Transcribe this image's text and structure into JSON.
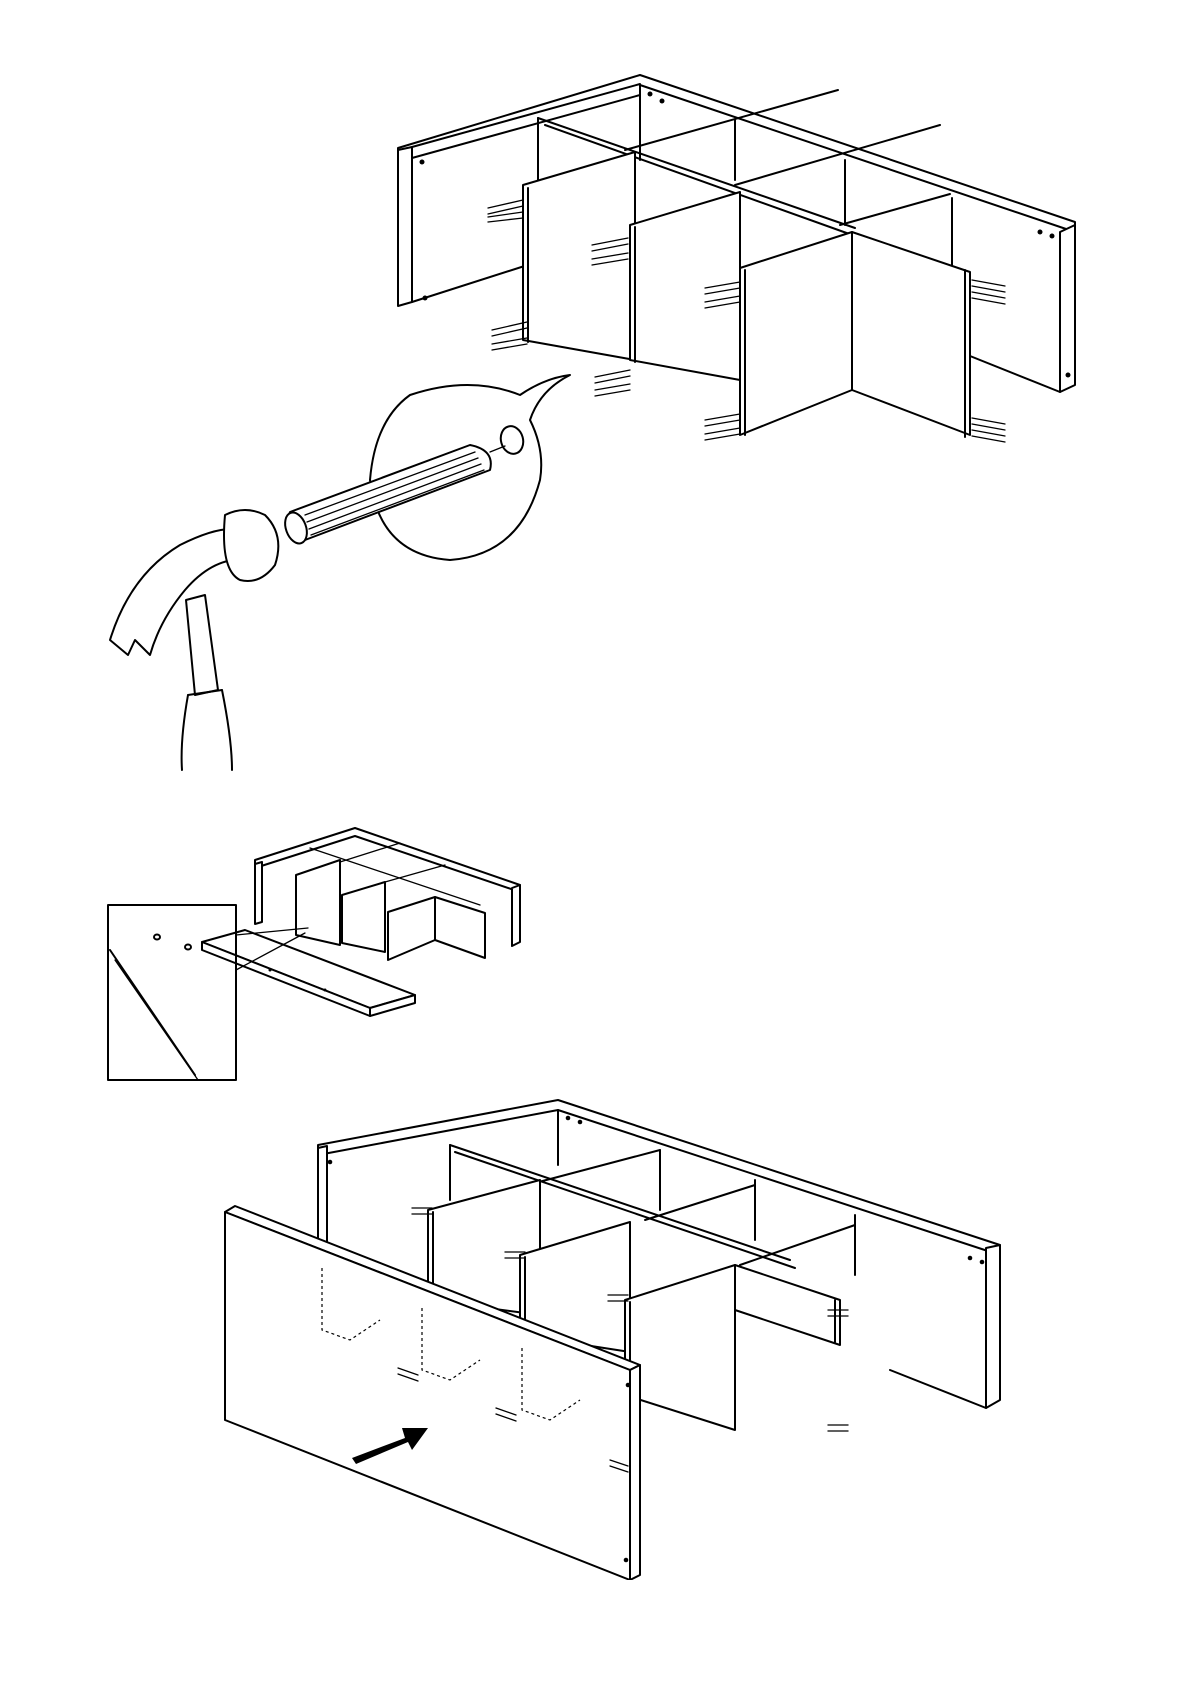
{
  "figure": {
    "steps": [
      {
        "id": "step-insert-dowels",
        "shows": [
          "shelf-frame",
          "dowels",
          "hammer",
          "detail-callout"
        ]
      },
      {
        "id": "step-position-panel",
        "shows": [
          "frame-overview",
          "panel",
          "hole-detail"
        ]
      },
      {
        "id": "step-attach-panel",
        "shows": [
          "frame",
          "front-panel",
          "arrow"
        ]
      }
    ],
    "colors": {
      "line": "#000000",
      "paper": "#ffffff"
    },
    "icons": [
      "hammer-icon",
      "dowel-icon",
      "arrow-right-icon"
    ]
  }
}
